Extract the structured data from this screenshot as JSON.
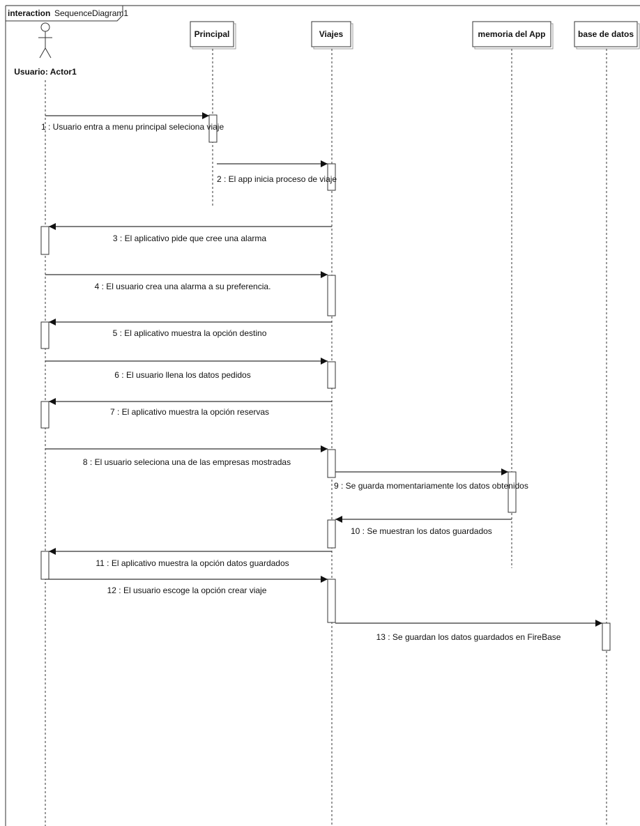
{
  "frame": {
    "keyword": "interaction",
    "name": "SequenceDiagram1"
  },
  "actor": {
    "label": "Usuario: Actor1"
  },
  "lifelines": [
    {
      "id": "principal",
      "label": "Principal"
    },
    {
      "id": "viajes",
      "label": "Viajes"
    },
    {
      "id": "memoria",
      "label": "memoria del App"
    },
    {
      "id": "bd",
      "label": "base de datos"
    }
  ],
  "messages": [
    {
      "n": 1,
      "from": "actor",
      "to": "principal",
      "label": "1 : Usuario entra a menu principal  seleciona viaje"
    },
    {
      "n": 2,
      "from": "principal",
      "to": "viajes",
      "label": "2 : El app inicia proceso de viaje"
    },
    {
      "n": 3,
      "from": "viajes",
      "to": "actor",
      "label": "3 : El aplicativo pide que cree una alarma"
    },
    {
      "n": 4,
      "from": "actor",
      "to": "viajes",
      "label": "4 : El usuario crea una alarma a su preferencia."
    },
    {
      "n": 5,
      "from": "viajes",
      "to": "actor",
      "label": "5 : El aplicativo muestra la opción destino"
    },
    {
      "n": 6,
      "from": "actor",
      "to": "viajes",
      "label": "6 : El usuario llena los datos pedidos"
    },
    {
      "n": 7,
      "from": "viajes",
      "to": "actor",
      "label": "7 : El aplicativo muestra la opción reservas"
    },
    {
      "n": 8,
      "from": "actor",
      "to": "viajes",
      "label": "8 : El usuario seleciona una de las  empresas mostradas"
    },
    {
      "n": 9,
      "from": "viajes",
      "to": "memoria",
      "label": "9 : Se guarda momentariamente los datos obtenidos"
    },
    {
      "n": 10,
      "from": "memoria",
      "to": "viajes",
      "label": "10 : Se muestran los datos guardados"
    },
    {
      "n": 11,
      "from": "viajes",
      "to": "actor",
      "label": "11 : El aplicativo muestra la opción  datos guardados"
    },
    {
      "n": 12,
      "from": "actor",
      "to": "viajes",
      "label": "12 : El usuario escoge la opción crear viaje"
    },
    {
      "n": 13,
      "from": "viajes",
      "to": "bd",
      "label": "13 : Se guardan los datos guardados en FireBase"
    }
  ]
}
